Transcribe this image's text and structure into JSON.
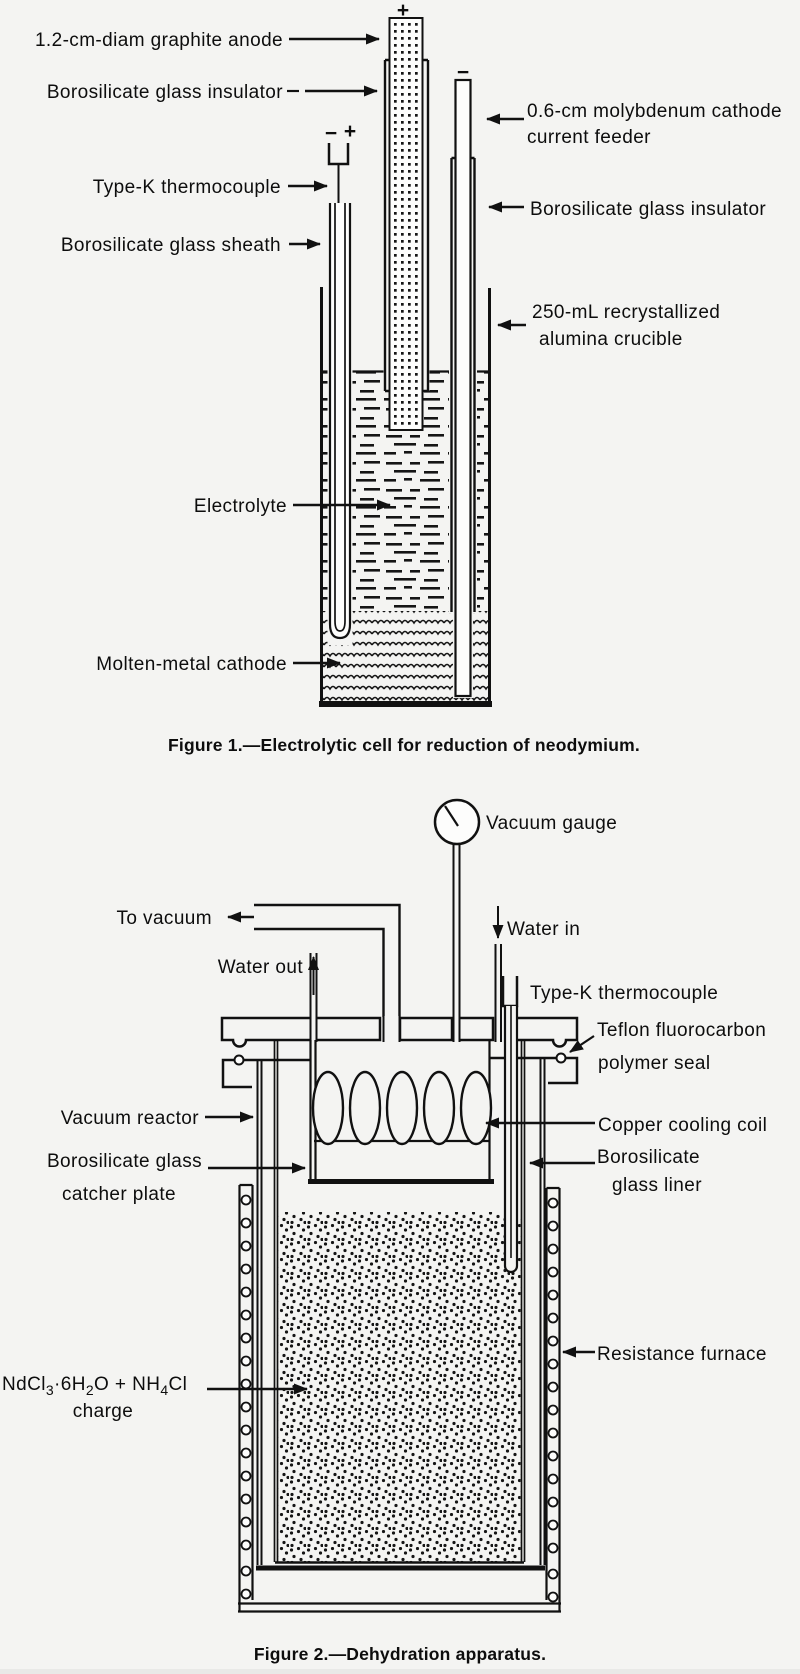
{
  "colors": {
    "ink": "#111111",
    "paper": "#f4f4f2"
  },
  "fig1": {
    "caption": "Figure 1.—Electrolytic cell for reduction of neodymium.",
    "labels": {
      "anode_plus": "+",
      "anode": "1.2-cm-diam graphite anode",
      "insulator_left": "Borosilicate glass insulator",
      "tc_minus": "−",
      "tc_plus": "+",
      "thermocouple": "Type-K thermocouple",
      "sheath": "Borosilicate glass sheath",
      "cathode_minus": "−",
      "cathode_l1": "0.6-cm molybdenum cathode",
      "cathode_l2": "current feeder",
      "insulator_right": "Borosilicate glass insulator",
      "crucible_l1": "250-mL recrystallized",
      "crucible_l2": "alumina crucible",
      "electrolyte": "Electrolyte",
      "molten": "Molten-metal cathode"
    }
  },
  "fig2": {
    "caption": "Figure 2.—Dehydration apparatus.",
    "labels": {
      "vacuum_gauge": "Vacuum gauge",
      "to_vacuum": "To vacuum",
      "water_out": "Water out",
      "water_in": "Water in",
      "thermocouple": "Type-K thermocouple",
      "teflon_l1": "Teflon fluorocarbon",
      "teflon_l2": "polymer seal",
      "vacuum_reactor": "Vacuum reactor",
      "copper_coil": "Copper cooling coil",
      "liner_l1": "Borosilicate",
      "liner_l2": "glass liner",
      "catcher_l1": "Borosilicate glass",
      "catcher_l2": "catcher plate",
      "charge_word": "charge",
      "resistance_furnace": "Resistance furnace",
      "formula": {
        "p1": "NdCl",
        "s1": "3",
        "p2": "·6H",
        "s2": "2",
        "p3": "O + NH",
        "s3": "4",
        "p4": "Cl"
      }
    }
  }
}
